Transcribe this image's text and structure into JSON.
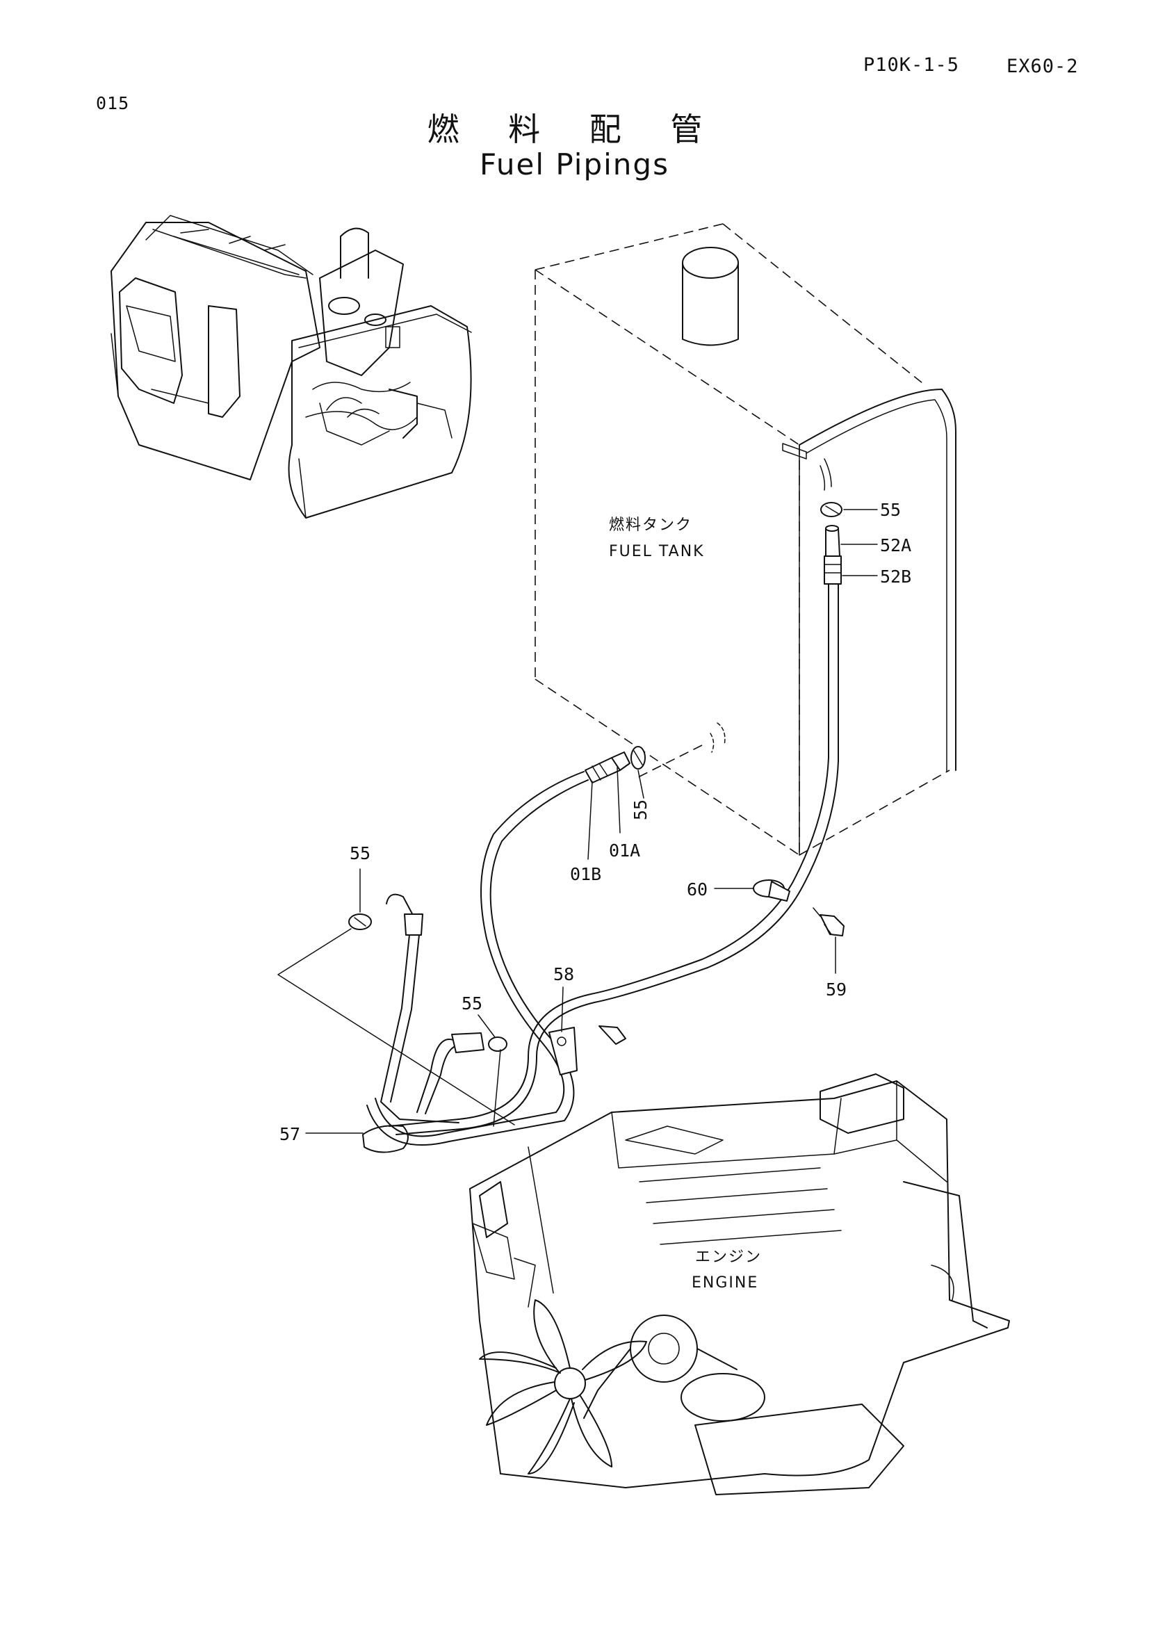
{
  "header": {
    "page_code": "P10K-1-5",
    "model": "EX60-2",
    "sheet_number": "015"
  },
  "title": {
    "japanese": "燃 料 配 管",
    "english": "Fuel Pipings"
  },
  "components": {
    "fuel_tank_ja": "燃料タンク",
    "fuel_tank_en": "FUEL  TANK",
    "engine_ja": "エンジン",
    "engine_en": "ENGINE"
  },
  "callouts": {
    "c55_tank": "55",
    "c52A": "52A",
    "c52B": "52B",
    "c01A": "01A",
    "c01B": "01B",
    "c55_mid": "55",
    "c60": "60",
    "c59": "59",
    "c55_left": "55",
    "c58": "58",
    "c55_lower": "55",
    "c57": "57"
  }
}
